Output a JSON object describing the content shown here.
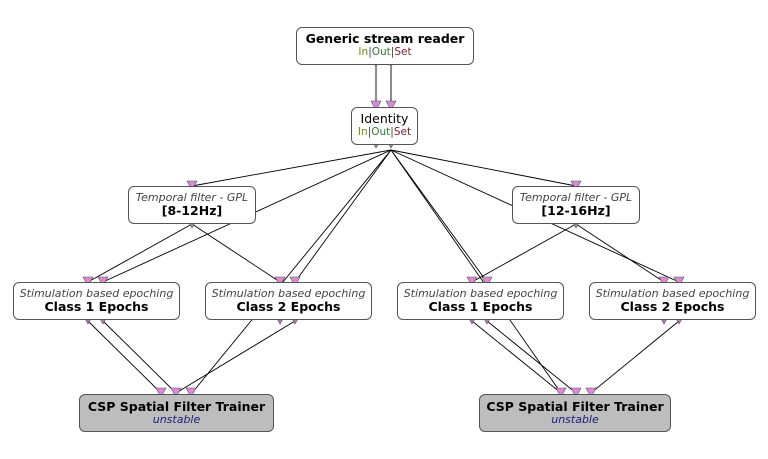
{
  "boxes": {
    "reader": {
      "title": "Generic stream reader",
      "io": {
        "in": "In",
        "out": "Out",
        "set": "Set"
      }
    },
    "identity": {
      "title": "Identity",
      "io": {
        "in": "In",
        "out": "Out",
        "set": "Set"
      }
    },
    "tf_left": {
      "subtitle": "Temporal filter - GPL",
      "title": "[8-12Hz]"
    },
    "tf_right": {
      "subtitle": "Temporal filter - GPL",
      "title": "[12-16Hz]"
    },
    "ep_l1": {
      "subtitle": "Stimulation based epoching",
      "title": "Class 1 Epochs"
    },
    "ep_l2": {
      "subtitle": "Stimulation based epoching",
      "title": "Class 2 Epochs"
    },
    "ep_r1": {
      "subtitle": "Stimulation based epoching",
      "title": "Class 1 Epochs"
    },
    "ep_r2": {
      "subtitle": "Stimulation based epoching",
      "title": "Class 2 Epochs"
    },
    "csp_left": {
      "title": "CSP Spatial Filter Trainer",
      "status": "unstable"
    },
    "csp_right": {
      "title": "CSP Spatial Filter Trainer",
      "status": "unstable"
    }
  },
  "colors": {
    "input_connector": "#d98ad9",
    "output_connector": "#b07ab0",
    "link": "#000000",
    "disabled_box": "#bdbdbd"
  }
}
